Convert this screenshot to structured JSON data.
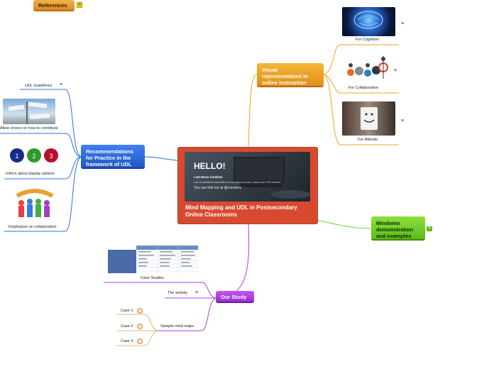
{
  "central": {
    "title": "Mind Mapping and UDL in Postsecondary Online Classrooms",
    "slide": {
      "heading": "HELLO!",
      "line1": "I am Rosa Cendros",
      "line2": "I am an Academic Associate at Concordia University Online and a PhD student...",
      "line3": "You can find me at @rcendros"
    }
  },
  "references": {
    "label": "References",
    "note_icon": "≡"
  },
  "visual": {
    "label": "Visual representations in online instruction",
    "items": [
      {
        "label": "For Cognition",
        "icon": "brain-image"
      },
      {
        "label": "For Collaboration",
        "icon": "gears-image"
      },
      {
        "label": "For Attitude",
        "icon": "smiley-image"
      }
    ]
  },
  "recommendations": {
    "label": "Recommendations for Practice in the framework of UDL",
    "items": [
      {
        "label": "UDL Guidelines"
      },
      {
        "label": "Allow choice on how to contribute"
      },
      {
        "label": "Inform about display options"
      },
      {
        "label": "Emphasize on collaboration"
      }
    ]
  },
  "mindomo": {
    "label": "Mindomo demonstration and examples",
    "badge": "4"
  },
  "study": {
    "label": "Our Study",
    "case_studies_label": "Case Studies",
    "activity_label": "The activity",
    "sample_label": "Sample mind maps",
    "cases": [
      "Case 1",
      "Case 2",
      "Case 3"
    ]
  },
  "colors": {
    "central": "#d84a2f",
    "references": "#e69a2e",
    "visual": "#f0a224",
    "recommendations": "#2f6fe0",
    "mindomo": "#76d12c",
    "study": "#a742e0"
  }
}
